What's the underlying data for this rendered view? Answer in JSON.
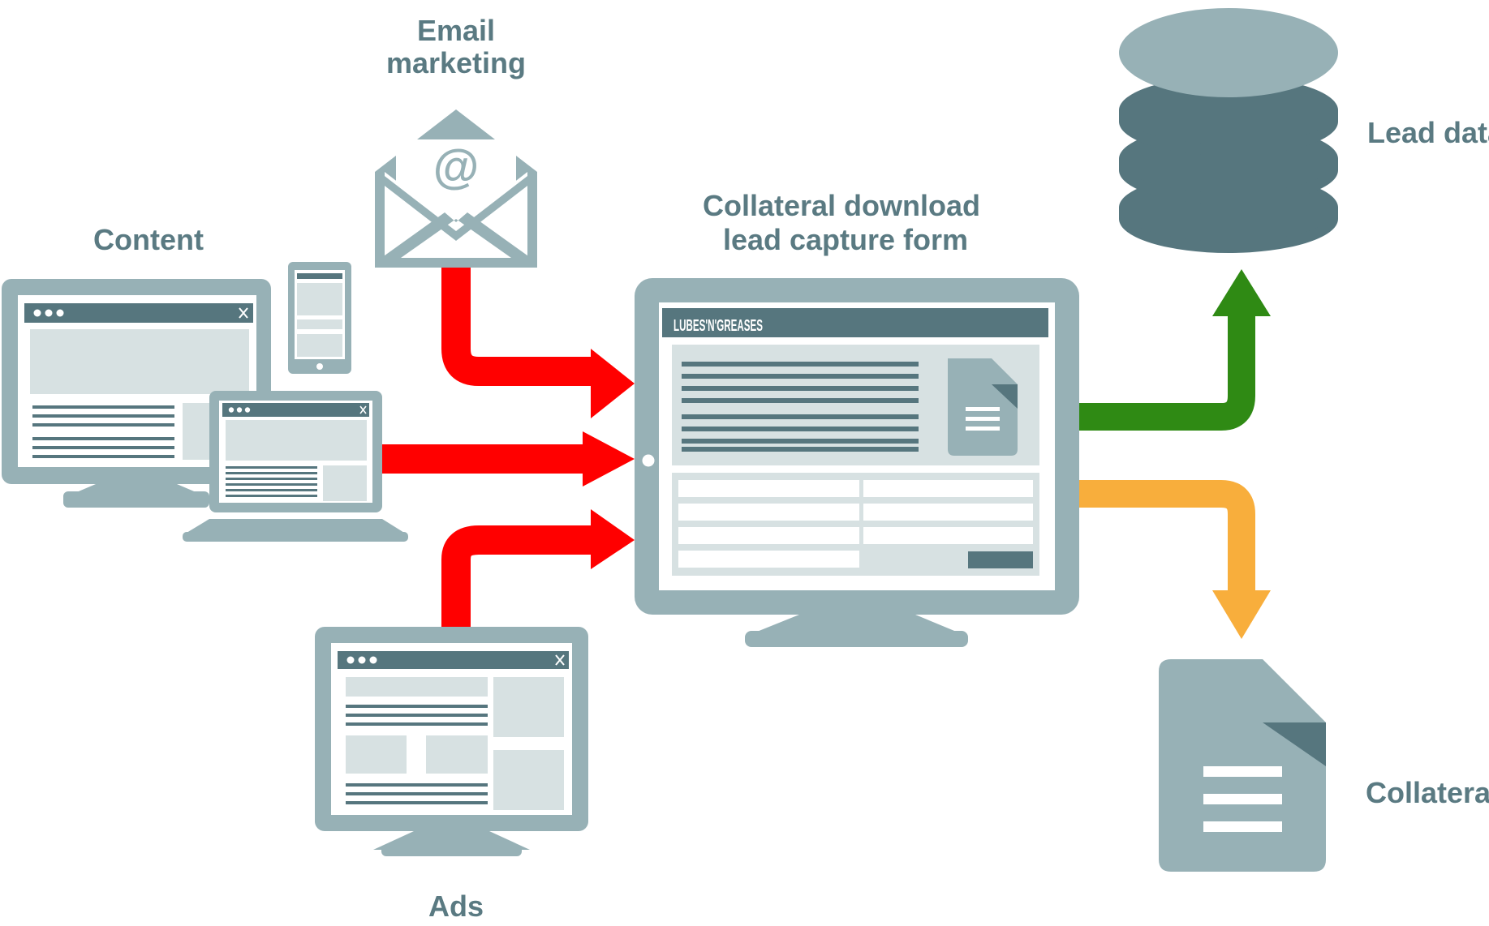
{
  "labels": {
    "email_line1": "Email",
    "email_line2": "marketing",
    "content": "Content",
    "ads": "Ads",
    "form_line1": "Collateral download",
    "form_line2": "lead capture form",
    "lead_data": "Lead data",
    "collateral": "Collateral"
  },
  "form_brand": "LUBES'N'GREASES",
  "email_symbol": "@",
  "colors": {
    "device_gray": "#97b1b6",
    "device_dark": "#56767e",
    "screen_light": "#d7e1e2",
    "text": "#5a7a82",
    "arrow_red": "#ff0000",
    "arrow_green": "#2f8a14",
    "arrow_orange": "#f8ae3c"
  },
  "icons": [
    "desktop-monitor-icon",
    "tablet-icon",
    "phone-icon",
    "laptop-icon",
    "envelope-icon",
    "database-icon",
    "document-icon"
  ]
}
